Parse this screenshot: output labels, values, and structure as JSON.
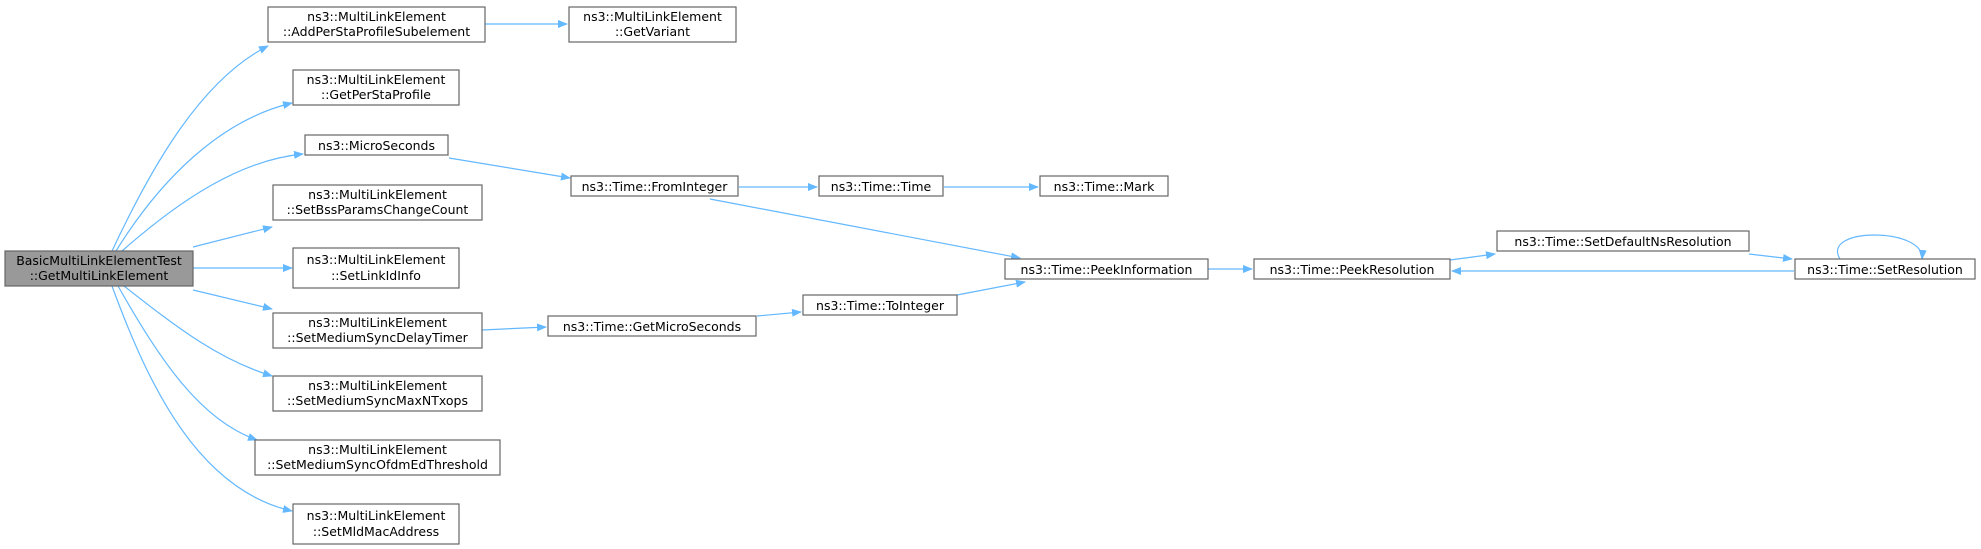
{
  "colors": {
    "edge": "#63b8ff",
    "node_border": "#666666",
    "root_fill": "#999999",
    "node_fill": "#ffffff"
  },
  "nodes": {
    "root": [
      "BasicMultiLinkElementTest",
      "::GetMultiLinkElement"
    ],
    "add_per_sta": [
      "ns3::MultiLinkElement",
      "::AddPerStaProfileSubelement"
    ],
    "get_variant": [
      "ns3::MultiLinkElement",
      "::GetVariant"
    ],
    "get_per_sta": [
      "ns3::MultiLinkElement",
      "::GetPerStaProfile"
    ],
    "micro_seconds": [
      "ns3::MicroSeconds"
    ],
    "from_integer": [
      "ns3::Time::FromInteger"
    ],
    "time_time": [
      "ns3::Time::Time"
    ],
    "time_mark": [
      "ns3::Time::Mark"
    ],
    "set_bss": [
      "ns3::MultiLinkElement",
      "::SetBssParamsChangeCount"
    ],
    "peek_information": [
      "ns3::Time::PeekInformation"
    ],
    "peek_resolution": [
      "ns3::Time::PeekResolution"
    ],
    "set_default_ns": [
      "ns3::Time::SetDefaultNsResolution"
    ],
    "set_resolution": [
      "ns3::Time::SetResolution"
    ],
    "set_link_id": [
      "ns3::MultiLinkElement",
      "::SetLinkIdInfo"
    ],
    "set_delay_timer": [
      "ns3::MultiLinkElement",
      "::SetMediumSyncDelayTimer"
    ],
    "get_micro_seconds": [
      "ns3::Time::GetMicroSeconds"
    ],
    "to_integer": [
      "ns3::Time::ToInteger"
    ],
    "set_max_ntxops": [
      "ns3::MultiLinkElement",
      "::SetMediumSyncMaxNTxops"
    ],
    "set_ofdm": [
      "ns3::MultiLinkElement",
      "::SetMediumSyncOfdmEdThreshold"
    ],
    "set_mld_mac": [
      "ns3::MultiLinkElement",
      "::SetMldMacAddress"
    ]
  },
  "edges": [
    [
      "root",
      "add_per_sta"
    ],
    [
      "root",
      "get_per_sta"
    ],
    [
      "root",
      "micro_seconds"
    ],
    [
      "root",
      "set_bss"
    ],
    [
      "root",
      "set_link_id"
    ],
    [
      "root",
      "set_delay_timer"
    ],
    [
      "root",
      "set_max_ntxops"
    ],
    [
      "root",
      "set_ofdm"
    ],
    [
      "root",
      "set_mld_mac"
    ],
    [
      "add_per_sta",
      "get_variant"
    ],
    [
      "micro_seconds",
      "from_integer"
    ],
    [
      "from_integer",
      "time_time"
    ],
    [
      "from_integer",
      "peek_information"
    ],
    [
      "time_time",
      "time_mark"
    ],
    [
      "set_delay_timer",
      "get_micro_seconds"
    ],
    [
      "get_micro_seconds",
      "to_integer"
    ],
    [
      "to_integer",
      "peek_information"
    ],
    [
      "peek_information",
      "peek_resolution"
    ],
    [
      "peek_resolution",
      "set_default_ns"
    ],
    [
      "set_default_ns",
      "set_resolution"
    ],
    [
      "set_resolution",
      "peek_resolution"
    ],
    [
      "set_resolution",
      "set_resolution"
    ]
  ]
}
